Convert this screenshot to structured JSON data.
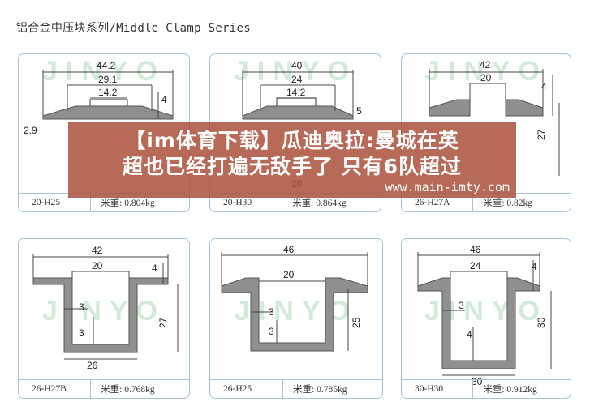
{
  "page": {
    "title": "铝合金中压块系列/Middle Clamp Series"
  },
  "watermark": "JINYO",
  "cards": [
    {
      "model": "20-H25",
      "weight": "米重: 0.804kg",
      "dims": [
        "44.2",
        "29.1",
        "14.2",
        "4",
        "2.9"
      ]
    },
    {
      "model": "20-H30",
      "weight": "米重: 0.864kg",
      "dims": [
        "40",
        "24",
        "14.2",
        "5",
        "20"
      ]
    },
    {
      "model": "26-H27A",
      "weight": "米重: 0.82kg",
      "dims": [
        "42",
        "20",
        "4",
        "27"
      ]
    },
    {
      "model": "26-H27B",
      "weight": "米重: 0.768kg",
      "dims": [
        "42",
        "20",
        "4",
        "3",
        "3",
        "27",
        "26"
      ]
    },
    {
      "model": "26-H25",
      "weight": "米重: 0.785kg",
      "dims": [
        "46",
        "20",
        "3",
        "3",
        "25"
      ]
    },
    {
      "model": "30-H30",
      "weight": "米重: 0.912kg",
      "dims": [
        "46",
        "24",
        "4",
        "3",
        "4",
        "30",
        "30"
      ]
    }
  ],
  "banner": {
    "line1": "【im体育下载】瓜迪奥拉:曼城在英",
    "line2": "超也已经打遍无敌手了 只有6队超过",
    "url": "www.main-imty.com"
  }
}
